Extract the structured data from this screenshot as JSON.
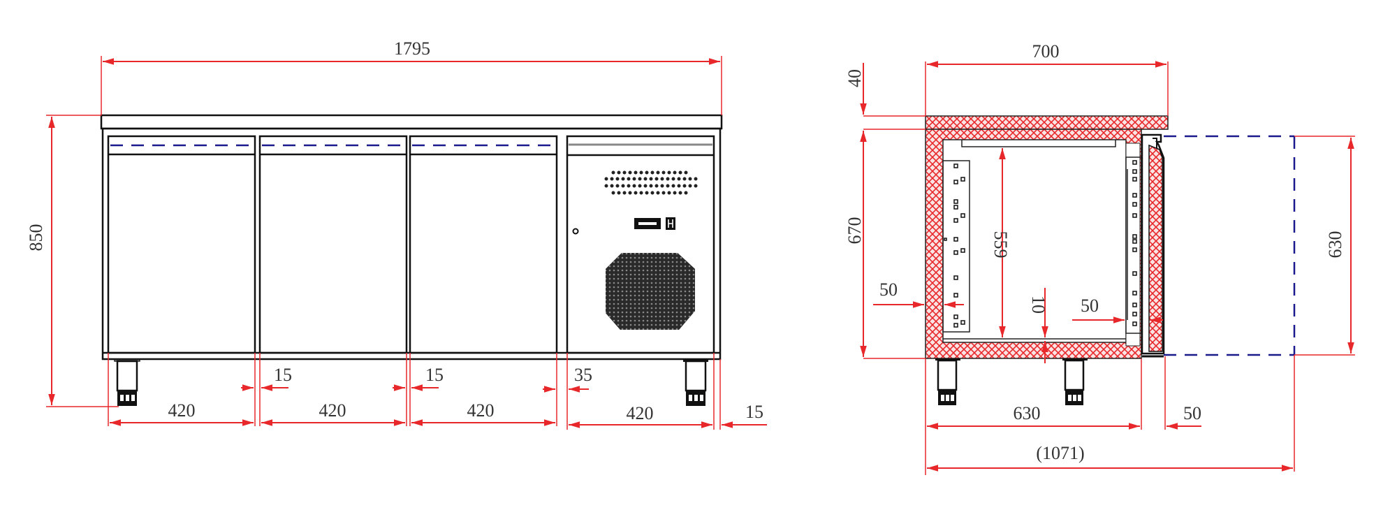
{
  "drawing": {
    "title": "Refrigerated counter technical drawing",
    "colors": {
      "dimension": "#e8272a",
      "outline": "#111111",
      "hidden_line": "#1a1a8c",
      "insulation_hatch": "#e8272a",
      "text": "#333333"
    }
  },
  "front_view": {
    "overall_width": "1795",
    "overall_height": "850",
    "door_widths": [
      "420",
      "420",
      "420",
      "420"
    ],
    "door_gaps": [
      "15",
      "15",
      "35"
    ],
    "right_offset": "15",
    "doors": 3,
    "compressor_panel": {
      "vent_grille": "top-vent",
      "controller": "digital-thermostat",
      "fan_grille": "condenser-grille",
      "lock": "keyhole"
    }
  },
  "side_view": {
    "depth": "700",
    "top_thickness": "40",
    "body_height": "670",
    "inner_height": "559",
    "bottom_gap": "10",
    "wall_thickness_left": "50",
    "wall_thickness_right": "50",
    "door_open_height": "630",
    "base_depth": "630",
    "door_offset": "50",
    "total_depth_open": "(1071)"
  }
}
